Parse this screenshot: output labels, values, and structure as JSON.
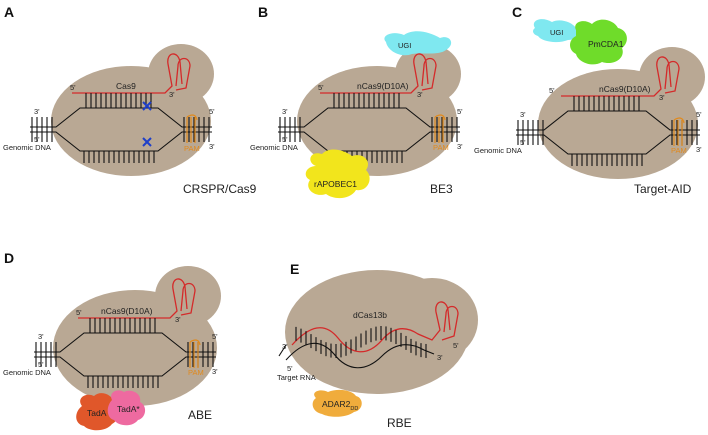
{
  "panels": [
    {
      "label": "A",
      "protein": "Cas9",
      "system": "CRSPR/Cas9",
      "dna": "Genomic DNA",
      "pam": "PAM",
      "five": "5'",
      "three": "3'"
    },
    {
      "label": "B",
      "protein": "nCas9(D10A)",
      "system": "BE3",
      "dna": "Genomic DNA",
      "pam": "PAM",
      "editor": "rAPOBEC1",
      "ugi": "UGI"
    },
    {
      "label": "C",
      "protein": "nCas9(D10A)",
      "system": "Target-AID",
      "dna": "Genomic DNA",
      "pam": "PAM",
      "editor": "PmCDA1",
      "ugi": "UGI"
    },
    {
      "label": "D",
      "protein": "nCas9(D10A)",
      "system": "ABE",
      "dna": "Genomic DNA",
      "pam": "PAM",
      "tada": "TadA",
      "tadastar": "TadA*"
    },
    {
      "label": "E",
      "protein": "dCas13b",
      "system": "RBE",
      "rna": "Target RNA",
      "adar": "ADAR2",
      "adar_sub": "DD"
    }
  ],
  "colors": {
    "protein_body": "#b9a894",
    "guide_rna": "#d42a2a",
    "pam": "#e08a1e",
    "ugi": "#7fe8f0",
    "pmcda1": "#6fdc2a",
    "rapobec1": "#f2e51c",
    "tada": "#e0572a",
    "tadastar": "#ee6aa0",
    "adar": "#f0ac3c",
    "cut_mark": "#1f3fc8"
  }
}
